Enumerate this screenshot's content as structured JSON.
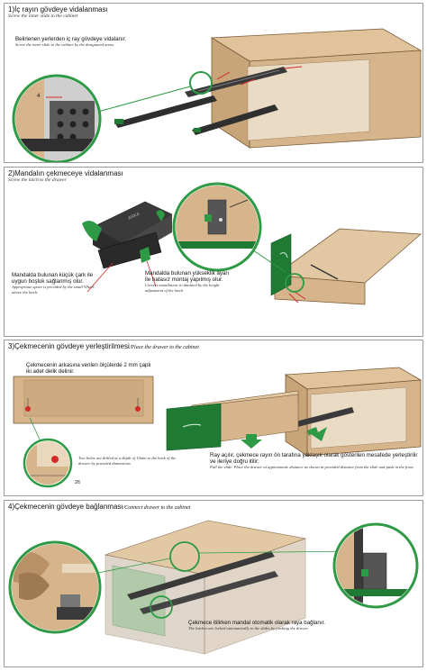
{
  "steps": [
    {
      "title": "1)İç rayın gövdeye vidalanması",
      "subtitle": "Screw the inner slide to the cabinet",
      "notes": [
        {
          "tr": "Belirlenen yerlerden iç ray gövdeye vidalanır.",
          "en": "Screw the inner slide to the cabinet by the designated areas."
        }
      ],
      "dimension_label": "4"
    },
    {
      "title": "2)Mandalın çekmeceye vidalanması",
      "subtitle": "Screw the latch to the drawer",
      "notes": [
        {
          "tr": "Mandalda bulunan küçük çark ile uygun boşluk sağlanmış olur.",
          "en": "Appropriate space is provided by the small Wheel above the latch."
        },
        {
          "tr": "Mandalda bulunan yükseklik ayarı ile hatasız montaj yapılmış olur.",
          "en": "Correct installation is obtained by the height adjustment of the latch."
        }
      ]
    },
    {
      "title": "3)Çekmecenin gövdeye yerleştirilmesi",
      "title_en": "/Place the drawer to the cabinet",
      "notes": [
        {
          "tr": "Çekmecenin arkasına verilen ölçülerde 2 mm çaplı iki adet delik delinir.",
          "en": ""
        },
        {
          "tr": "",
          "en": "Two holes are drilled at a depth of 10mm to the back of the drawer by provided dimensions"
        },
        {
          "tr": "Ray açılır, çekmece rayın ön tarafına yaklaşık olarak gösterilen mesafede yerleştirilir ve ileriye doğru itilir.",
          "en": "Pull the slide. Place the drawer at approximate distance as shown at provided distance from the slide and push in the front."
        }
      ],
      "dimension_label": "26"
    },
    {
      "title": "4)Çekmecenin gövdeye bağlanması",
      "title_en": "/Connect drawer to the cabinet",
      "notes": [
        {
          "tr": "Çekmece itilirken mandal otomatik olarak raya bağlanır.",
          "en": "The latches are locked automatically to the slides by pushing the drawer."
        }
      ]
    }
  ],
  "colors": {
    "wood": "#d6b58c",
    "wood_dark": "#a8835a",
    "green": "#1f7a34",
    "detail_circle": "#2e9a45",
    "arrow": "#d42a2a",
    "rail": "#3a3a3a"
  }
}
